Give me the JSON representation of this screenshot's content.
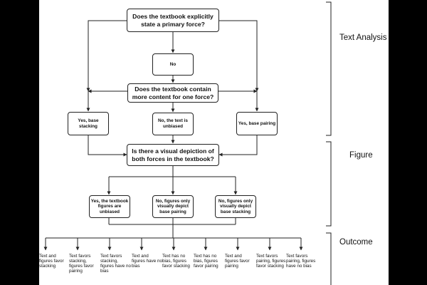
{
  "questions": {
    "q1": "Does the textbook explicitly state a primary force?",
    "q2": "Does the textbook contain more content for one force?",
    "q3": "Is there a visual depiction of both forces in the textbook?"
  },
  "answers": {
    "no": "No",
    "yes_stacking": "Yes, base stacking",
    "no_unbiased": "No, the text is unbiased",
    "yes_pairing": "Yes, base pairing",
    "fig_unbiased": "Yes, the textbook figures are unbiased",
    "fig_pairing": "No, figures only visually depict base pairing",
    "fig_stacking": "No, figures only visually depict base stacking"
  },
  "outcomes": [
    "Text and figures favor stacking",
    "Text favors stacking, figures favor pairing",
    "Text favors stacking, figures have no bias",
    "Text and figures have no bias",
    "Text has no bias, figures favor stacking",
    "Text has no bias, figures favor pairing",
    "Text and figures favor pairing",
    "Text favors pairing, figures favor stacking",
    "Text favors pairing, figures have no bias"
  ],
  "sections": {
    "text_analysis": "Text Analysis",
    "figure": "Figure",
    "outcome": "Outcome"
  },
  "colors": {
    "line": "#222222",
    "background": "#ffffff"
  }
}
